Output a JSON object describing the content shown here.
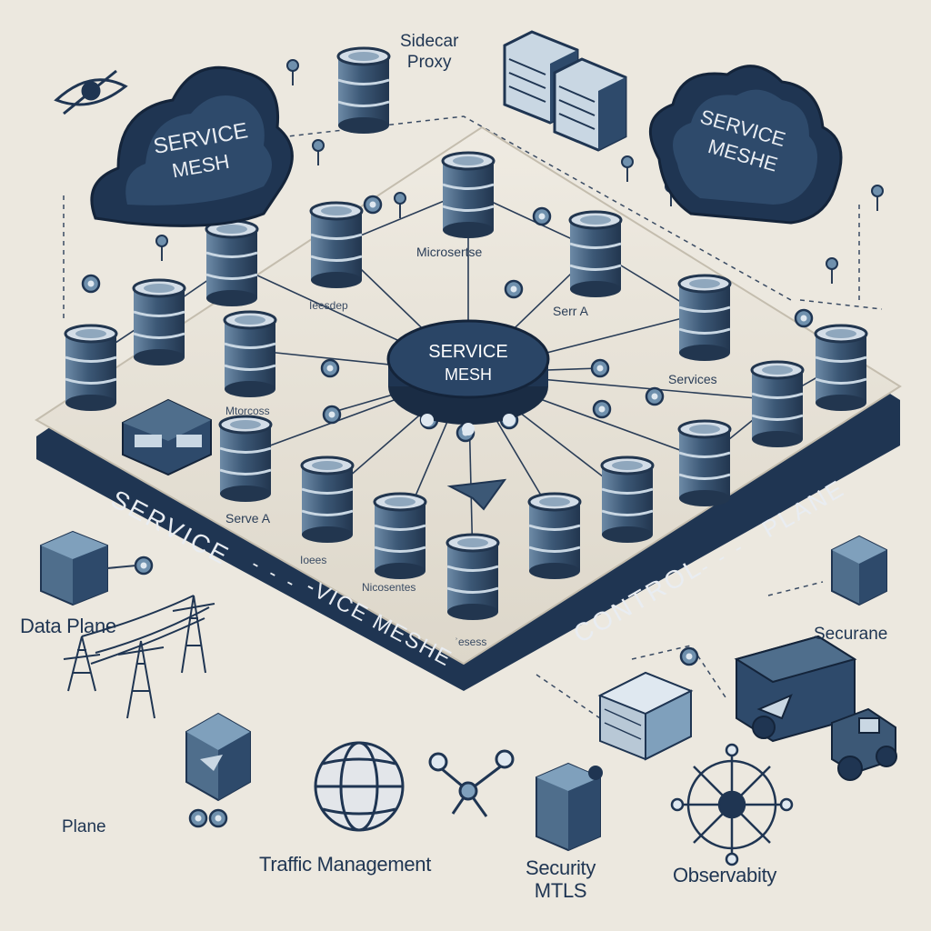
{
  "title": "",
  "clouds": [
    {
      "line1": "SERVICE",
      "line2": "MESH"
    },
    {
      "line1": "SERVICE",
      "line2": "MESHE"
    }
  ],
  "hub": {
    "line1": "SERVICE",
    "line2": "MESH"
  },
  "platform_edge": {
    "service": "SERVICE",
    "vice_mesh": "-VICE MESHE",
    "control": "CONTROL",
    "plane": "PLANE",
    "dashes": "- - -"
  },
  "platform_labels": {
    "microservice_top": "Microsertse",
    "sert_a_right": "Serr A",
    "services_right": "Services",
    "left_upper": "Ieesdep",
    "left_mid": "Mtorcoss",
    "serve_a_left": "Serve A",
    "bottom_left": "Ioees",
    "bottom_mid": "Nicosentes",
    "bottom_small": "ʾesess"
  },
  "outer_labels": {
    "sidecar_proxy": "Sidecar\nProxy",
    "data_plane": "Data Plane",
    "plane": "Plane",
    "traffic_management": "Traffic Management",
    "security_mtls": "Security\nMTLS",
    "observability": "Observabity",
    "securane": "Securane"
  },
  "colors": {
    "background": "#ece8df",
    "navy": "#1f3552",
    "slate": "#4f6e8c",
    "steel": "#7fa0bc",
    "light": "#c9d7e3",
    "platform": "#e6e1d6"
  },
  "icons": [
    "eye-icon",
    "server-rack-icon",
    "globe-icon",
    "truck-icon",
    "cube-icon",
    "power-tower-icon",
    "network-wheel-icon",
    "plane-glyph-icon"
  ]
}
